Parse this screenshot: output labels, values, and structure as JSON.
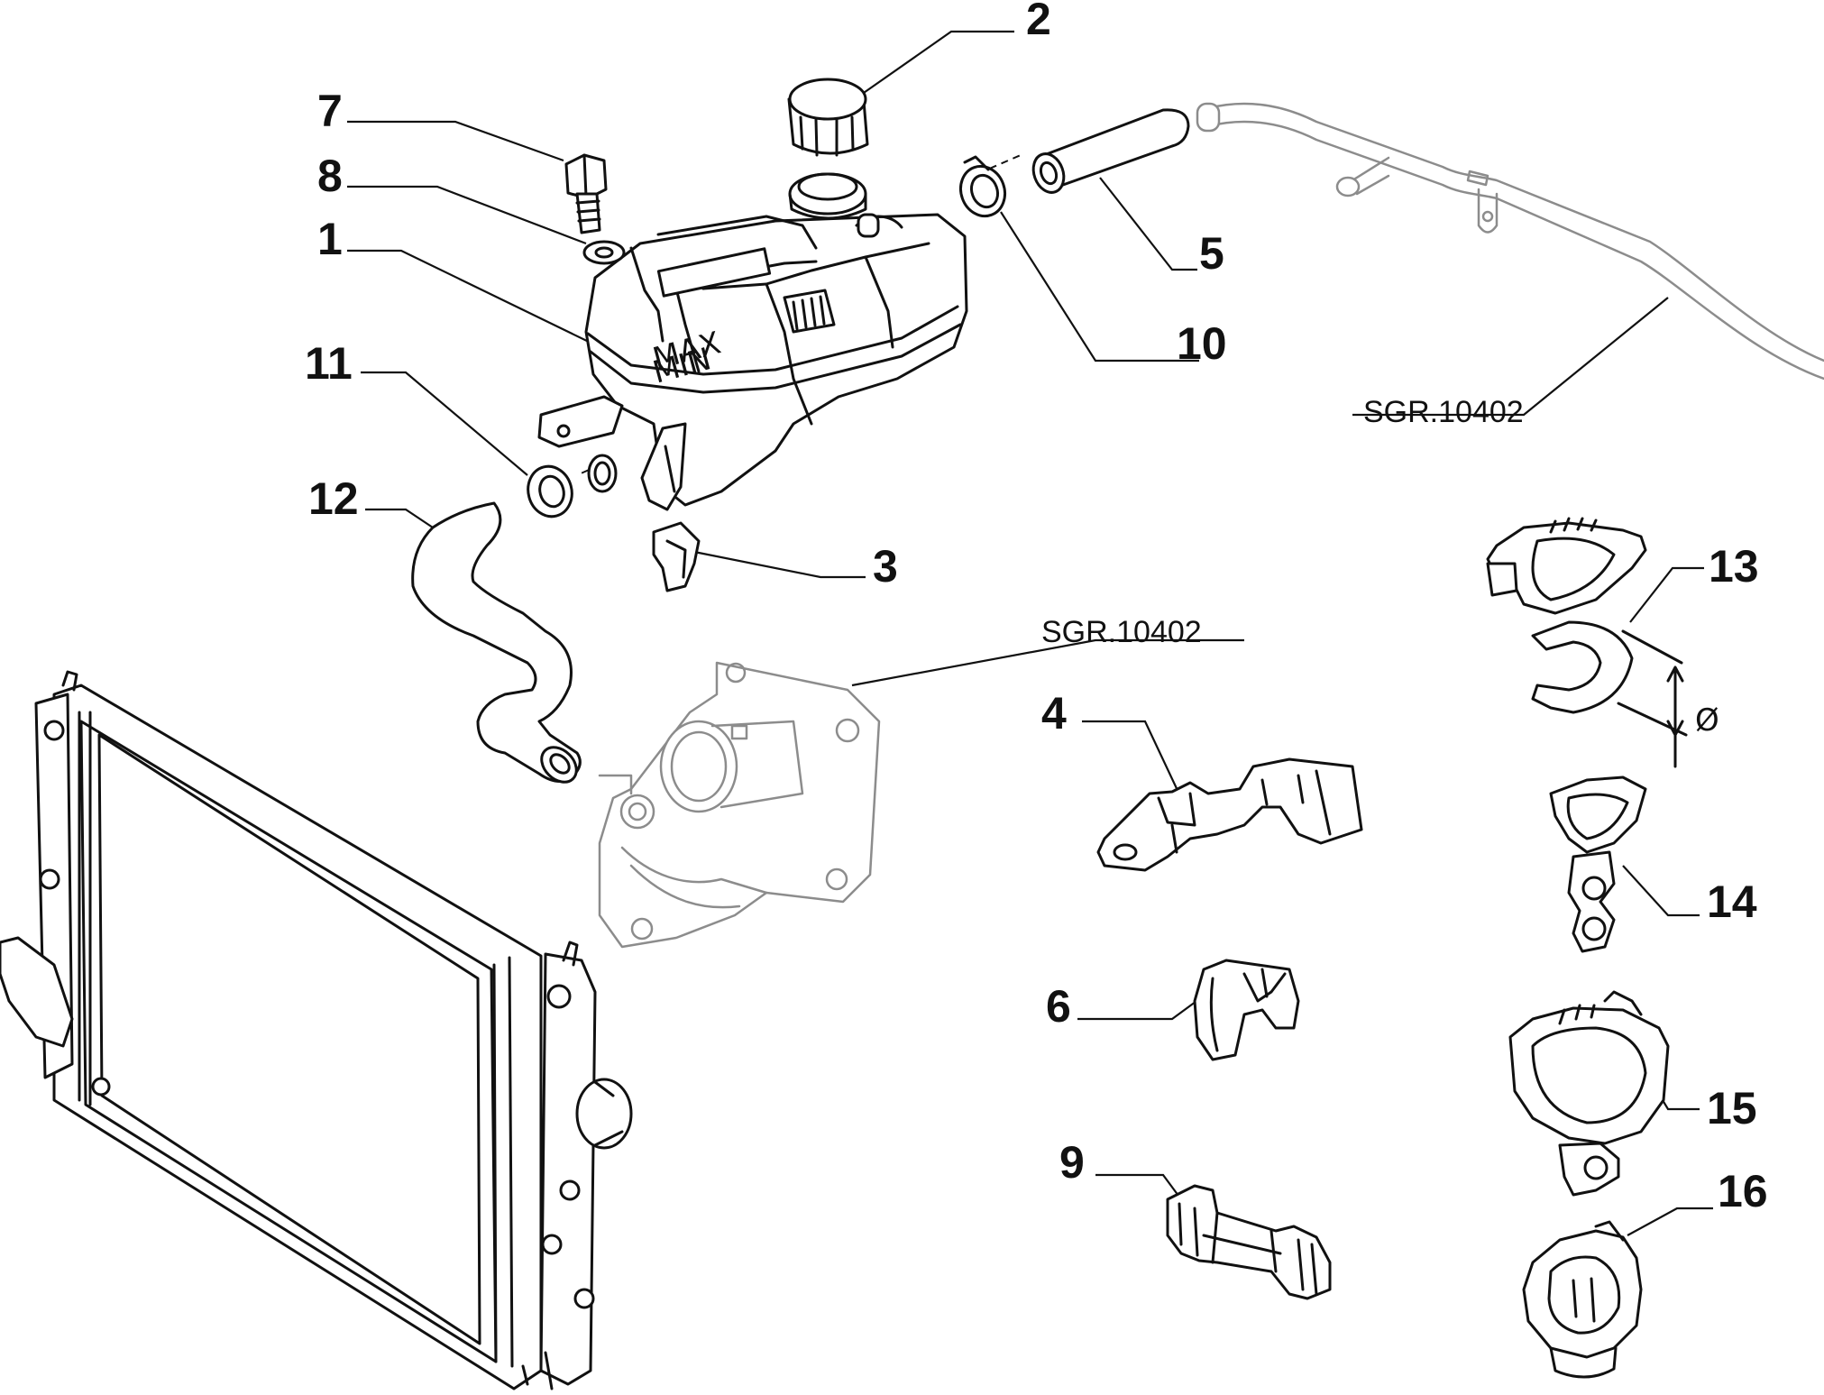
{
  "callouts": {
    "c1": "1",
    "c2": "2",
    "c3": "3",
    "c4": "4",
    "c5": "5",
    "c6": "6",
    "c7": "7",
    "c8": "8",
    "c9": "9",
    "c10": "10",
    "c11": "11",
    "c12": "12",
    "c13": "13",
    "c14": "14",
    "c15": "15",
    "c16": "16"
  },
  "references": {
    "ref_upper": "SGR.10402",
    "ref_middle": "SGR.10402"
  },
  "symbols": {
    "diameter": "Ø"
  },
  "tank_marks": {
    "max": "MAX",
    "min": "MIN"
  }
}
